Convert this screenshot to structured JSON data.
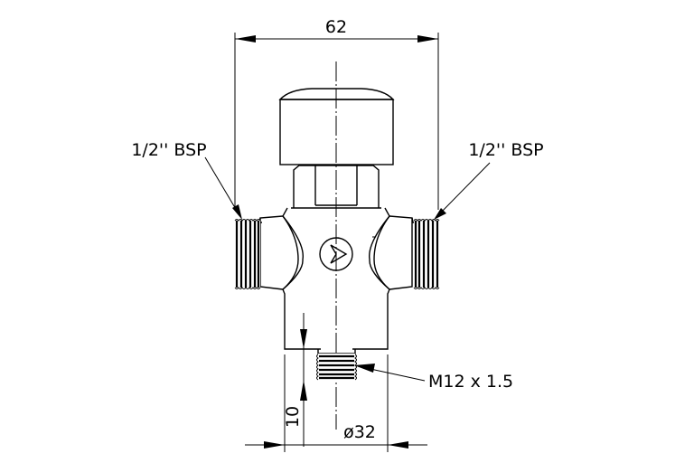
{
  "drawing": {
    "type": "technical-drawing",
    "subject": "thermostatic mixing valve front elevation",
    "dimensions": {
      "overall_width": "62",
      "base_diameter": "ø32",
      "outlet_length": "10"
    },
    "callouts": {
      "left_inlet": "1/2'' BSP",
      "right_inlet": "1/2'' BSP",
      "outlet_thread": "M12 x 1.5"
    },
    "colors": {
      "line": "#000000",
      "background": "#ffffff"
    }
  }
}
